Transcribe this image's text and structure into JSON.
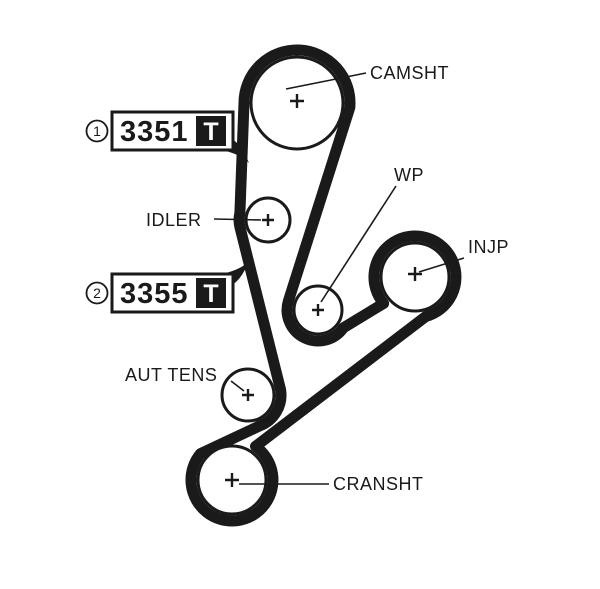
{
  "diagram": {
    "kind": "timing-belt-routing",
    "colors": {
      "ink": "#1a1a1a",
      "background": "#ffffff"
    },
    "pulleys": [
      {
        "id": "camshaft",
        "label": "CAMSHT"
      },
      {
        "id": "water-pump",
        "label": "WP"
      },
      {
        "id": "injection-pump",
        "label": "INJP"
      },
      {
        "id": "idler",
        "label": "IDLER"
      },
      {
        "id": "auto-tensioner",
        "label": "AUT TENS"
      },
      {
        "id": "crankshaft",
        "label": "CRANSHT"
      }
    ],
    "callouts": [
      {
        "number": "1",
        "part": "3351",
        "mark": "T"
      },
      {
        "number": "2",
        "part": "3355",
        "mark": "T"
      }
    ]
  }
}
